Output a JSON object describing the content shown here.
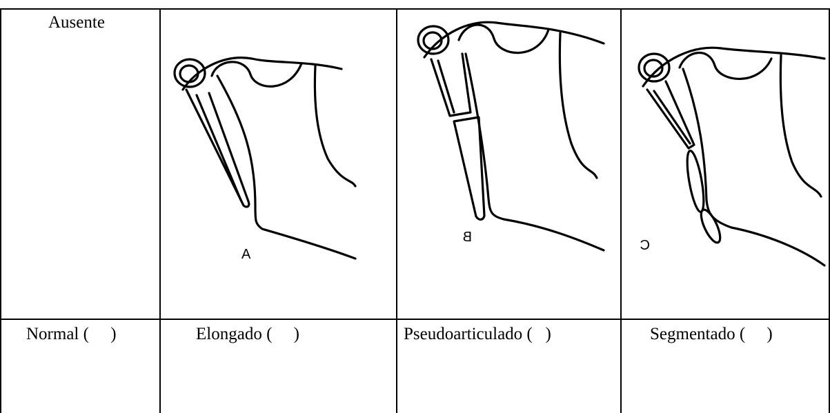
{
  "table": {
    "header_cell": "Ausente",
    "options": [
      {
        "label": "Normal (     )"
      },
      {
        "label": "Elongado (     )"
      },
      {
        "label": "Pseudoarticulado (   )"
      },
      {
        "label": "Segmentado (     )"
      }
    ]
  },
  "figures": [
    {
      "letter": "A",
      "variant": "elongated"
    },
    {
      "letter": "B",
      "variant": "pseudoarticulated"
    },
    {
      "letter": "C",
      "variant": "segmented"
    }
  ]
}
